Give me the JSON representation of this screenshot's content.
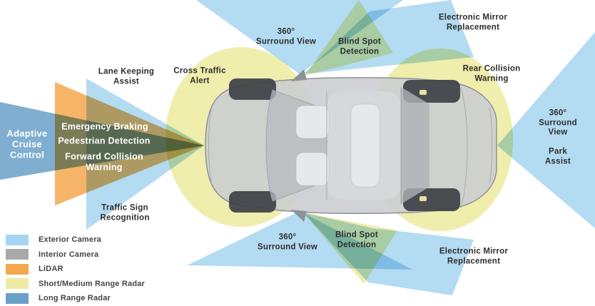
{
  "colors": {
    "exterior_camera": "#A6D5EF",
    "interior_camera": "#A9A9A9",
    "lidar": "#F5A74F",
    "short_medium_radar": "#EDECA4",
    "long_range_radar": "#69A0C8",
    "label_dark": "#2E2E2E",
    "label_light": "#FFFFFF"
  },
  "diagram": {
    "labels": {
      "adaptive_cruise": "Adaptive\nCruise\nControl",
      "emergency_braking": "Emergency Braking",
      "pedestrian_detection": "Pedestrian Detection",
      "forward_collision": "Forward Collision\nWarning",
      "lane_keeping": "Lane Keeping\nAssist",
      "traffic_sign": "Traffic Sign\nRecognition",
      "cross_traffic": "Cross Traffic\nAlert",
      "surround_view_top": "360°\nSurround View",
      "blind_spot_top": "Blind Spot\nDetection",
      "electronic_mirror_top": "Electronic Mirror\nReplacement",
      "rear_collision": "Rear Collision\nWarning",
      "surround_park_right": "360°\nSurround View\n\nPark Assist",
      "surround_view_bottom": "360°\nSurround View",
      "blind_spot_bottom": "Blind Spot\nDetection",
      "electronic_mirror_bottom": "Electronic Mirror\nReplacement"
    }
  },
  "legend": {
    "items": [
      {
        "label": "Exterior Camera",
        "color": "#A6D5EF"
      },
      {
        "label": "Interior Camera",
        "color": "#A9A9A9"
      },
      {
        "label": "LiDAR",
        "color": "#F5A74F"
      },
      {
        "label": "Short/Medium Range Radar",
        "color": "#EDECA4"
      },
      {
        "label": "Long Range Radar",
        "color": "#69A0C8"
      }
    ]
  }
}
